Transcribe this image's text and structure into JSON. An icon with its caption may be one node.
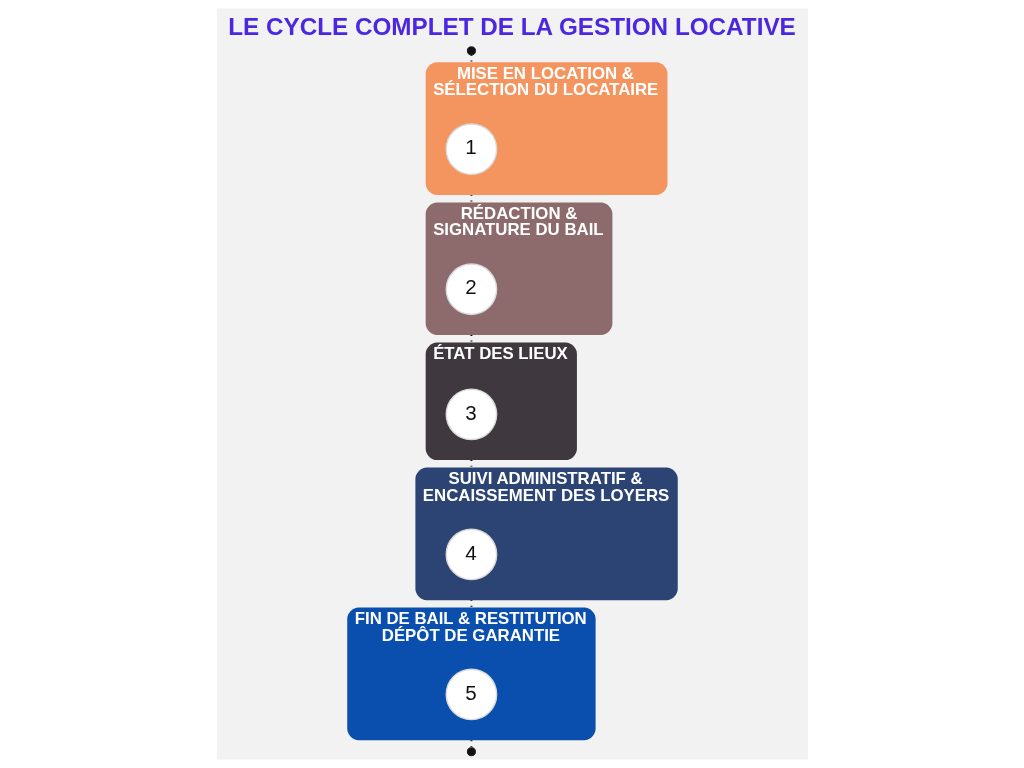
{
  "diagram": {
    "title": "LE CYCLE COMPLET DE LA GESTION LOCATIVE",
    "nodes": [
      {
        "text": [],
        "shape": "dot"
      },
      {
        "text": [
          "MISE EN LOCATION & SÉLECTION DU LOCATAIRE"
        ]
      },
      {
        "text": [
          "1"
        ],
        "in": 1
      },
      {
        "text": [
          "RÉDACTION & SIGNATURE DU BAIL"
        ]
      },
      {
        "text": [
          "2"
        ],
        "in": 3
      },
      {
        "text": [
          "ÉTAT DES LIEUX"
        ]
      },
      {
        "text": [
          "3"
        ],
        "in": 5
      },
      {
        "text": [
          "SUIVI ADMINISTRATIF & ENCAISSEMENT DES LOYERS"
        ]
      },
      {
        "text": [
          "4"
        ],
        "in": 7
      },
      {
        "text": [
          "FIN DE BAIL & RESTITUTION DÉPÔT DE GARANTIE"
        ]
      },
      {
        "text": [
          "5"
        ],
        "in": 9
      },
      {
        "text": [],
        "shape": "dot"
      }
    ],
    "edges": [
      {
        "from": 0,
        "to": 1,
        "arrow": "none",
        "style": "dashed"
      },
      {
        "from": 1,
        "to": 3,
        "arrow": "none",
        "style": "dashed"
      },
      {
        "from": 3,
        "to": 5,
        "arrow": "none",
        "style": "dashed"
      },
      {
        "from": 5,
        "to": 7,
        "arrow": "none",
        "style": "dashed"
      },
      {
        "from": 7,
        "to": 9,
        "arrow": "none",
        "style": "dashed"
      },
      {
        "from": 9,
        "to": 11,
        "arrow": "none",
        "style": "dashed"
      }
    ]
  }
}
